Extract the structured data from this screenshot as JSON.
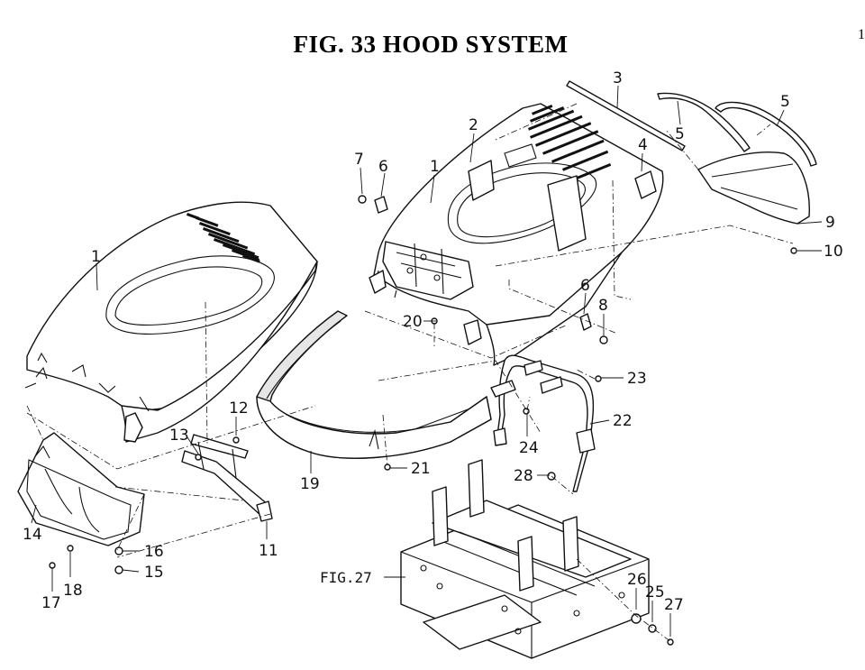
{
  "title": "FIG. 33  HOOD SYSTEM",
  "page_corner": "1",
  "figure_reference": "FIG.27",
  "callouts": {
    "hood_left": "1",
    "hood_right": "1",
    "support": "2",
    "strip": "3",
    "bracket_top": "4",
    "trim_a": "5",
    "trim_b": "5",
    "clip_a": "6",
    "clip_b": "6",
    "bolt_7": "7",
    "nut_8": "8",
    "panel_9": "9",
    "screw_10": "10",
    "bracket_11": "11",
    "nut_12": "12",
    "bolt_13": "13",
    "grille_14": "14",
    "nut_15": "15",
    "washer_16": "16",
    "screw_17": "17",
    "washer_18": "18",
    "bumper_19": "19",
    "clip_20": "20",
    "nut_21": "21",
    "frame_22": "22",
    "nut_23": "23",
    "bolt_24": "24",
    "washer_25": "25",
    "washer_26": "26",
    "bolt_27": "27",
    "washer_28": "28"
  }
}
